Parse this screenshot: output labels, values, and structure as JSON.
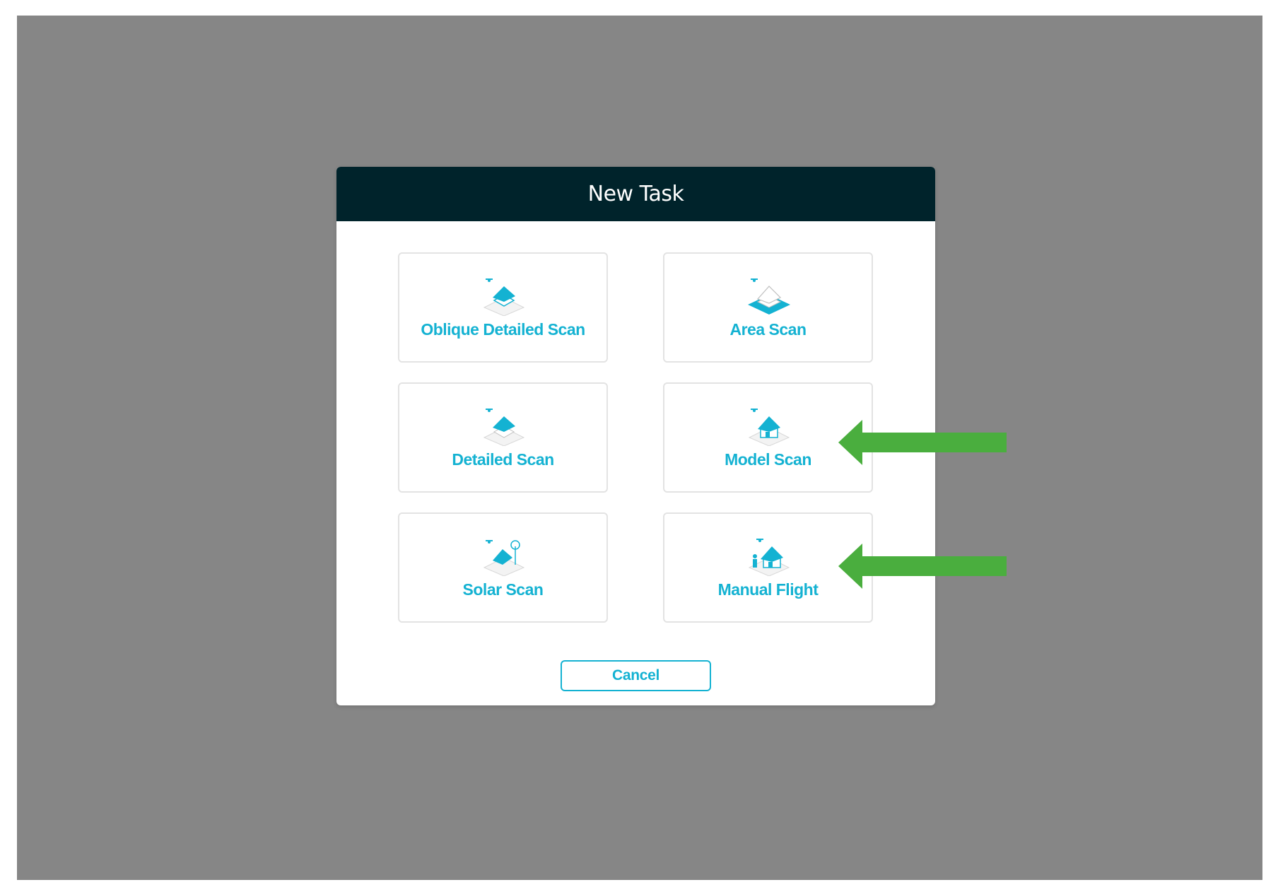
{
  "modal": {
    "title": "New Task",
    "tasks": [
      {
        "label": "Oblique Detailed Scan",
        "icon": "oblique-detailed-scan-icon"
      },
      {
        "label": "Area Scan",
        "icon": "area-scan-icon"
      },
      {
        "label": "Detailed Scan",
        "icon": "detailed-scan-icon"
      },
      {
        "label": "Model Scan",
        "icon": "model-scan-icon"
      },
      {
        "label": "Solar Scan",
        "icon": "solar-scan-icon"
      },
      {
        "label": "Manual Flight",
        "icon": "manual-flight-icon"
      }
    ],
    "cancel_label": "Cancel"
  },
  "colors": {
    "backdrop": "#868686",
    "header": "#00232b",
    "accent": "#14b2d2",
    "arrow": "#4aae3e"
  }
}
